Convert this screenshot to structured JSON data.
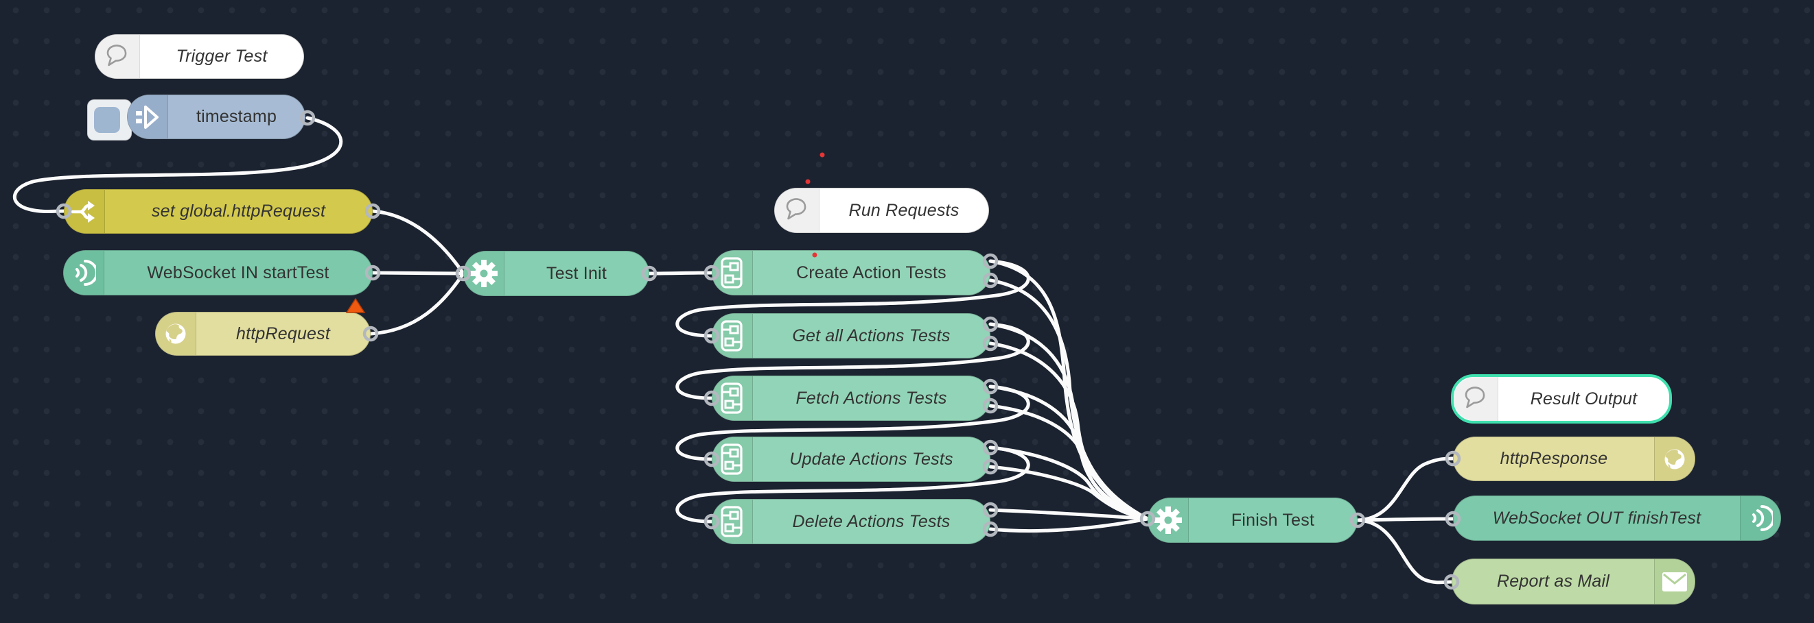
{
  "app": "node-red-flow-editor",
  "canvas": {
    "background": "#1c2330",
    "grid_dot_color": "#262e3b",
    "wire_color": "#fbfbfb",
    "port_ring_color": "#b3b8bf",
    "selection_border_color": "#3fe0ad",
    "error_dot_color": "#e53535",
    "warning_triangle_color": "#ef5a10",
    "label_text_color": "#333333"
  },
  "nodes": {
    "trigger_comment": {
      "type": "comment",
      "label": "Trigger Test",
      "icon": "speech-bubble-icon",
      "selected": false
    },
    "timestamp_inject": {
      "type": "inject",
      "label": "timestamp",
      "icon": "inject-arrow-icon"
    },
    "set_global": {
      "type": "change",
      "label": "set global.httpRequest",
      "icon": "fork-icon"
    },
    "websocket_in": {
      "type": "websocket-in",
      "label": "WebSocket IN startTest",
      "icon": "sound-waves-icon"
    },
    "http_request": {
      "type": "http-request",
      "label": "httpRequest",
      "icon": "globe-icon",
      "badge": "warning-triangle"
    },
    "test_init": {
      "type": "function",
      "label": "Test Init",
      "icon": "gear-icon"
    },
    "run_requests_comment": {
      "type": "comment",
      "label": "Run Requests",
      "icon": "speech-bubble-icon",
      "selected": false
    },
    "create_action_tests": {
      "type": "subflow",
      "label": "Create Action Tests",
      "icon": "subflow-icon"
    },
    "get_all_actions_tests": {
      "type": "subflow",
      "label": "Get all Actions Tests",
      "icon": "subflow-icon"
    },
    "fetch_actions_tests": {
      "type": "subflow",
      "label": "Fetch Actions Tests",
      "icon": "subflow-icon"
    },
    "update_actions_tests": {
      "type": "subflow",
      "label": "Update Actions Tests",
      "icon": "subflow-icon"
    },
    "delete_actions_tests": {
      "type": "subflow",
      "label": "Delete Actions Tests",
      "icon": "subflow-icon"
    },
    "finish_test": {
      "type": "function",
      "label": "Finish Test",
      "icon": "gear-icon"
    },
    "result_output_comment": {
      "type": "comment",
      "label": "Result Output",
      "icon": "speech-bubble-icon",
      "selected": true
    },
    "http_response": {
      "type": "http-response",
      "label": "httpResponse",
      "icon": "globe-icon"
    },
    "websocket_out": {
      "type": "websocket-out",
      "label": "WebSocket OUT finishTest",
      "icon": "sound-waves-icon"
    },
    "report_as_mail": {
      "type": "email",
      "label": "Report as Mail",
      "icon": "envelope-icon"
    }
  }
}
